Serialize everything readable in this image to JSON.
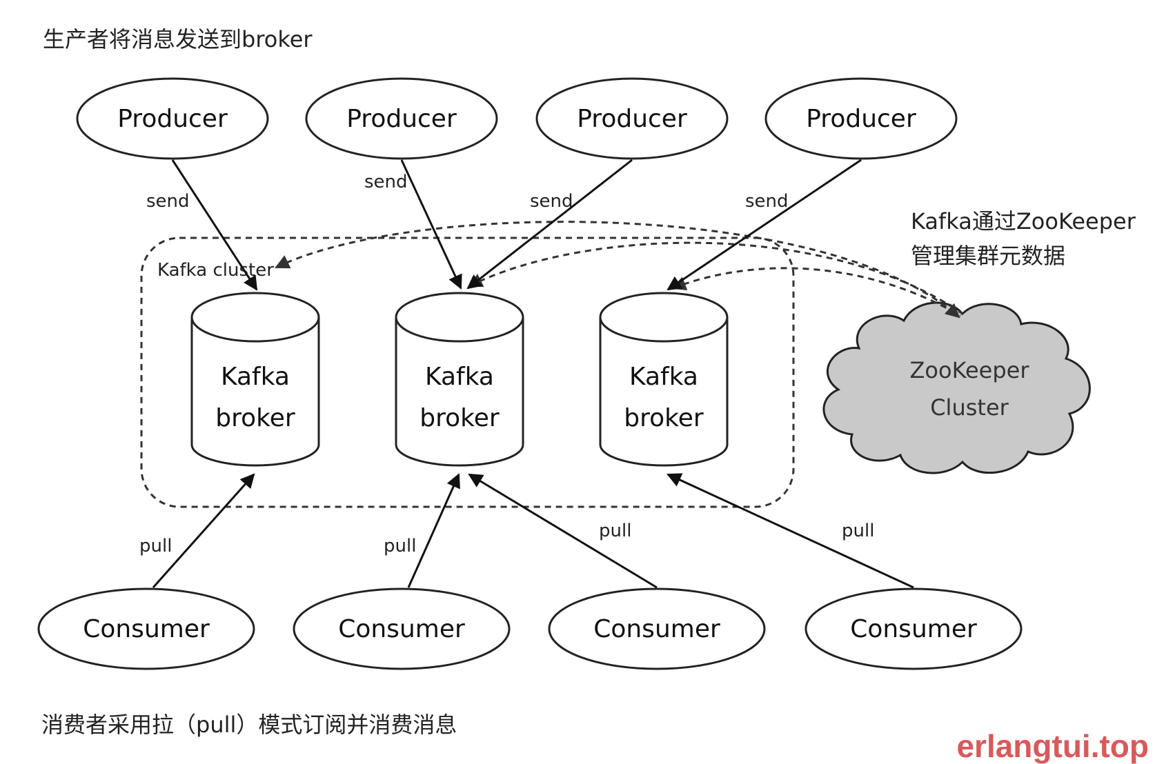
{
  "headings": {
    "top": "生产者将消息发送到broker",
    "bottom": "消费者采用拉（pull）模式订阅并消费消息",
    "zookeeper_note_line1": "Kafka通过ZooKeeper",
    "zookeeper_note_line2": "管理集群元数据"
  },
  "producers": [
    {
      "label": "Producer"
    },
    {
      "label": "Producer"
    },
    {
      "label": "Producer"
    },
    {
      "label": "Producer"
    }
  ],
  "consumers": [
    {
      "label": "Consumer"
    },
    {
      "label": "Consumer"
    },
    {
      "label": "Consumer"
    },
    {
      "label": "Consumer"
    }
  ],
  "brokers": [
    {
      "line1": "Kafka",
      "line2": "broker"
    },
    {
      "line1": "Kafka",
      "line2": "broker"
    },
    {
      "line1": "Kafka",
      "line2": "broker"
    }
  ],
  "cluster_label": "Kafka cluster",
  "zookeeper": {
    "line1": "ZooKeeper",
    "line2": "Cluster"
  },
  "edges": {
    "send": "send",
    "pull": "pull"
  },
  "watermark": "erlangtui.top",
  "colors": {
    "watermark": "#d9595b",
    "cloud_fill": "#c9c9c9",
    "stroke": "#222222"
  }
}
